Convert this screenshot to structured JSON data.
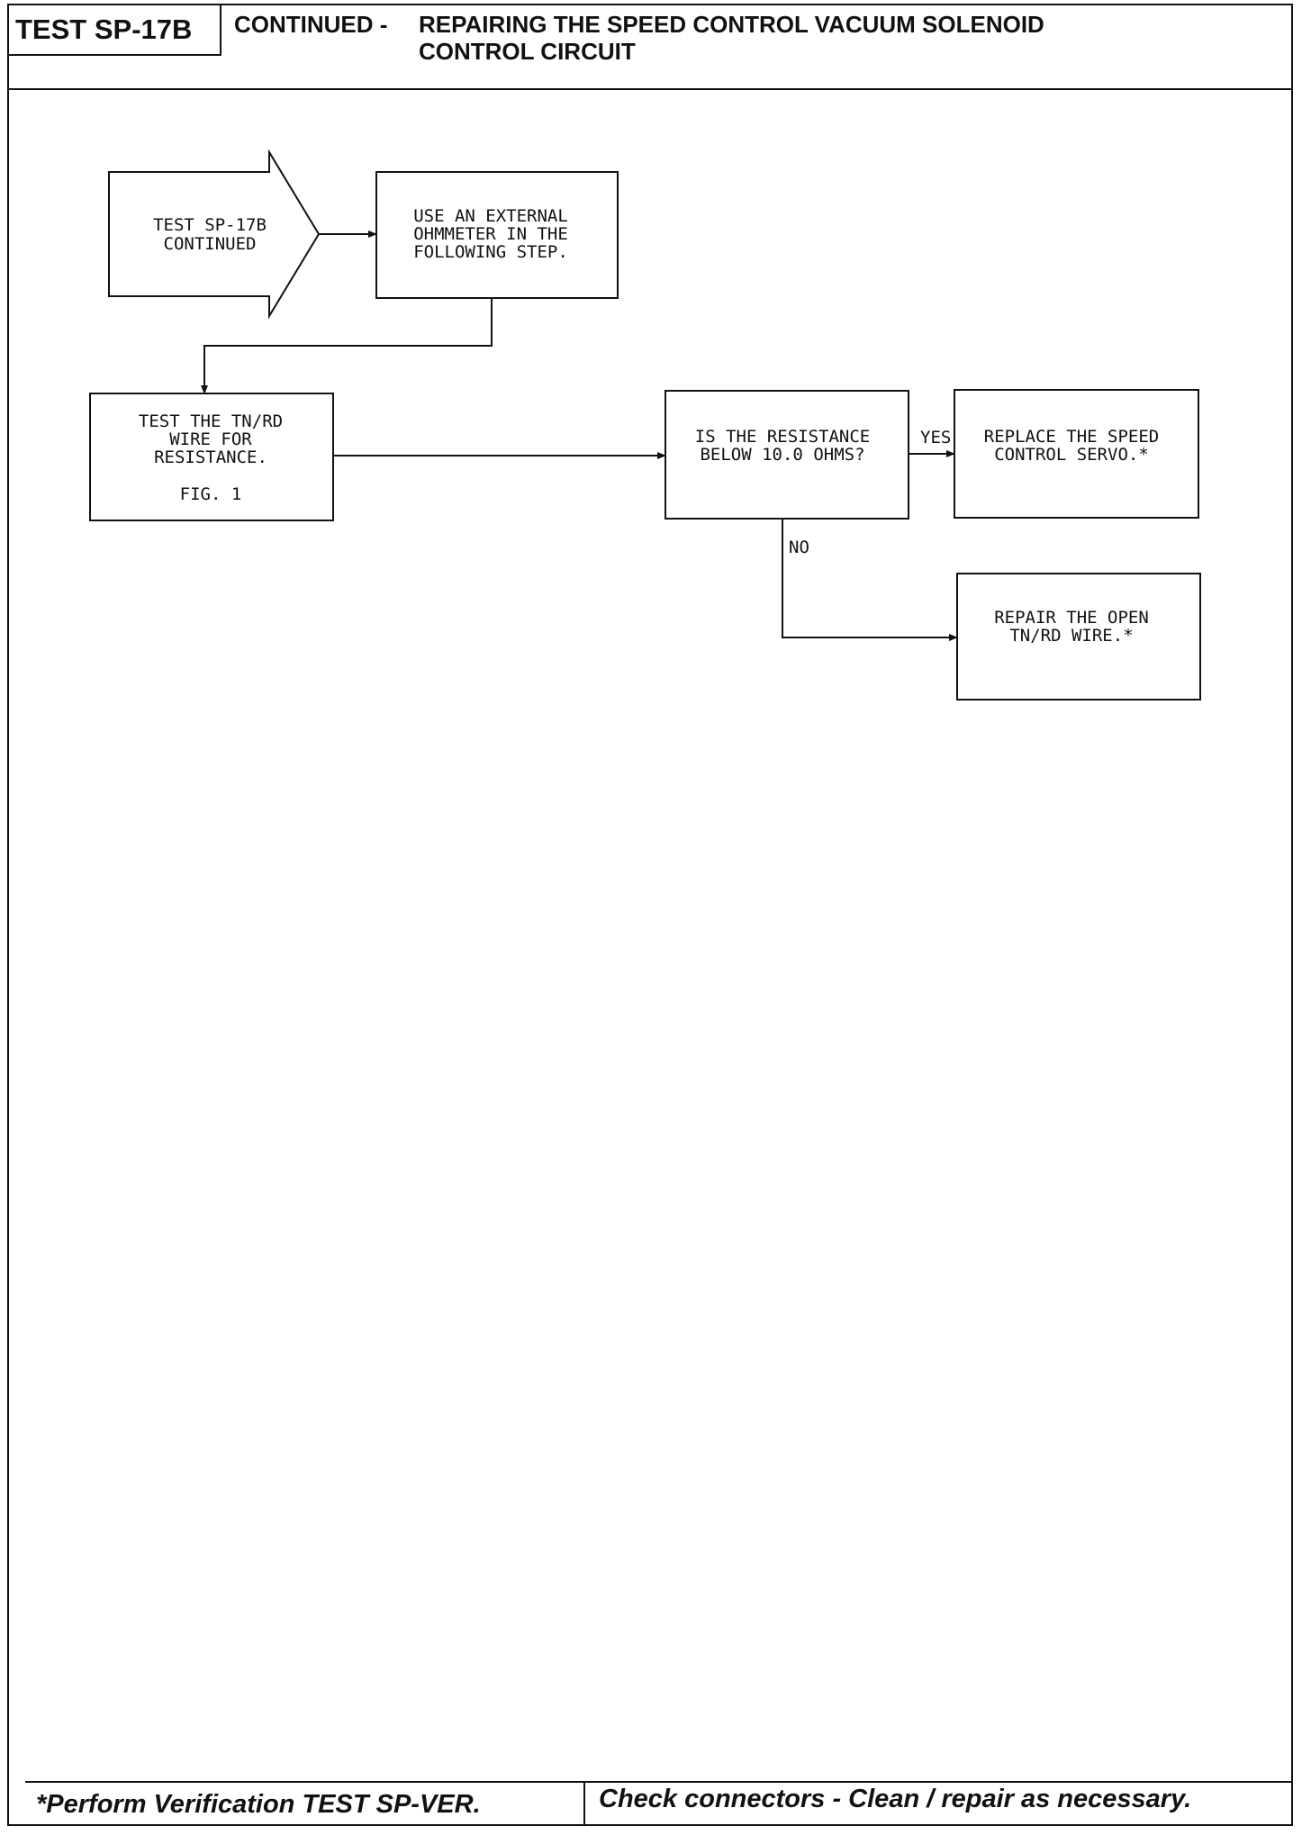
{
  "header": {
    "test_id": "TEST SP-17B",
    "continued": "CONTINUED -",
    "title_line1": "REPAIRING THE SPEED CONTROL VACUUM SOLENOID",
    "title_line2": "CONTROL CIRCUIT"
  },
  "flowchart": {
    "start": [
      "TEST SP-17B",
      "CONTINUED"
    ],
    "step1": [
      "USE AN EXTERNAL",
      "OHMMETER IN THE",
      "FOLLOWING STEP."
    ],
    "step2": [
      "TEST THE TN/RD",
      "WIRE FOR",
      "RESISTANCE.",
      "FIG. 1"
    ],
    "decision": [
      "IS THE RESISTANCE",
      "BELOW 10.0 OHMS?"
    ],
    "yes_label": "YES",
    "no_label": "NO",
    "yes_result": [
      "REPLACE THE SPEED",
      "CONTROL SERVO.*"
    ],
    "no_result": [
      "REPAIR THE OPEN",
      "TN/RD WIRE.*"
    ]
  },
  "footer": {
    "note_left": "*Perform Verification TEST SP-VER.",
    "note_right": "Check connectors - Clean / repair as necessary."
  }
}
